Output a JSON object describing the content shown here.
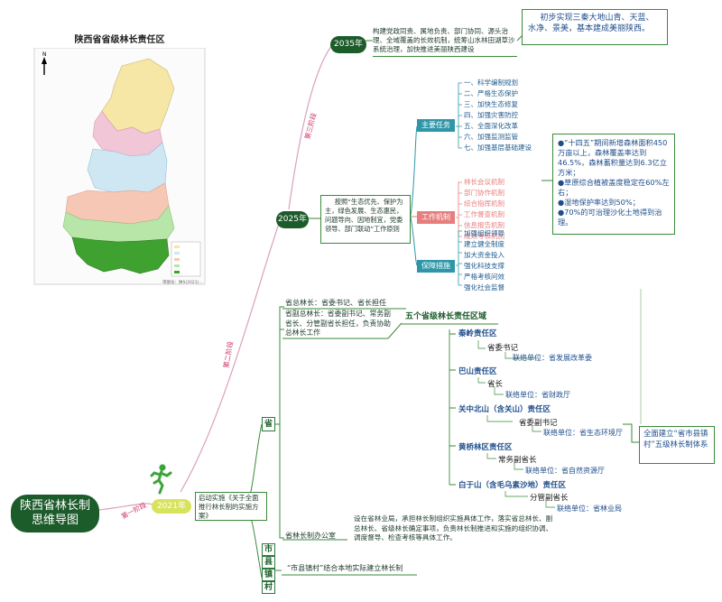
{
  "map": {
    "title": "陕西省省级林长责任区",
    "footer": "审图号：陕S(2021)…"
  },
  "root": {
    "title_line1": "陕西省林长制",
    "title_line2": "思维导图"
  },
  "stages": {
    "stage1": {
      "label": "第一阶段",
      "year": "2021年"
    },
    "stage2": {
      "label": "第二阶段"
    },
    "stage3": {
      "label": "第三阶段"
    },
    "y2025": "2025年",
    "y2035": "2035年"
  },
  "goal_2035": {
    "text": "构建党政同责、属地负责、部门协同、源头治理、全域覆盖的长效机制，统筹山水林田湖草沙系统治理，加快推进美丽陕西建设",
    "result": "初步实现三秦大地山青、天蓝、水净、景美，基本建成美丽陕西。"
  },
  "goal_2025": {
    "text": "按照“生态优先、保护为主，绿色发展、生态惠民，问题导向、因地制宜，党委领导、部门联动”工作原则",
    "main_tasks": {
      "label": "主要任务",
      "items": [
        "一、科学编制规划",
        "二、严格生态保护",
        "三、加快生态修复",
        "四、加强灾害防控",
        "五、全面深化改革",
        "六、加强监测监管",
        "七、加强基层基础建设"
      ]
    },
    "work_mech": {
      "label": "工作机制",
      "items": [
        "林长会议机制",
        "部门协作机制",
        "综合指挥机制",
        "工作督查机制",
        "信息报告机制",
        "成效考核机制"
      ]
    },
    "guarantee": {
      "label": "保障措施",
      "items": [
        "加强组织领导",
        "建立健全制度",
        "加大资金投入",
        "强化科技支撑",
        "严格考核问效",
        "强化社会监督"
      ]
    },
    "targets": [
      "●“十四五”期间新增森林面积450万亩以上，森林覆盖率达到46.5%，森林蓄积量达到6.3亿立方米；",
      "●草原综合植被盖度稳定在60%左右；",
      "●湿地保护率达到50%；",
      "●70%的可治理沙化土地得到治理。"
    ]
  },
  "stage1_box": "启动实施《关于全面推行林长制的实施方案》",
  "levels": {
    "sheng": "省",
    "shi": "市",
    "xian": "县",
    "zhen": "镇",
    "cun": "村"
  },
  "province": {
    "chief": "省总林长：省委书记、省长担任",
    "deputy": "省副总林长：省委副书记、常务副省长、分管副省长担任，负责协助总林长工作",
    "zones_title": "五个省级林长责任区域",
    "zones": [
      {
        "name": "秦岭责任区",
        "leader": "省委书记",
        "contact": "联络单位：省发展改革委"
      },
      {
        "name": "巴山责任区",
        "leader": "省长",
        "contact": "联络单位：省财政厅"
      },
      {
        "name": "关中北山（含关山）责任区",
        "leader": "省委副书记",
        "contact": "联络单位：省生态环境厅"
      },
      {
        "name": "黄桥林区责任区",
        "leader": "常务副省长",
        "contact": "联络单位：省自然资源厅"
      },
      {
        "name": "白于山（含毛乌素沙地）责任区",
        "leader": "分管副省长",
        "contact": "联络单位：省林业局"
      }
    ],
    "office_label": "省林长制办公室",
    "office_text": "设在省林业局，承担林长制组织实施具体工作，落实省总林长、副总林长、省级林长确定事项，负责林长制推进和实施的组织协调、调度督导、检查考核等具体工作。",
    "final": "全面建立“省市县镇村”五级林长制体系"
  },
  "lower_levels": "“市县镇村”结合本地实际建立林长制"
}
